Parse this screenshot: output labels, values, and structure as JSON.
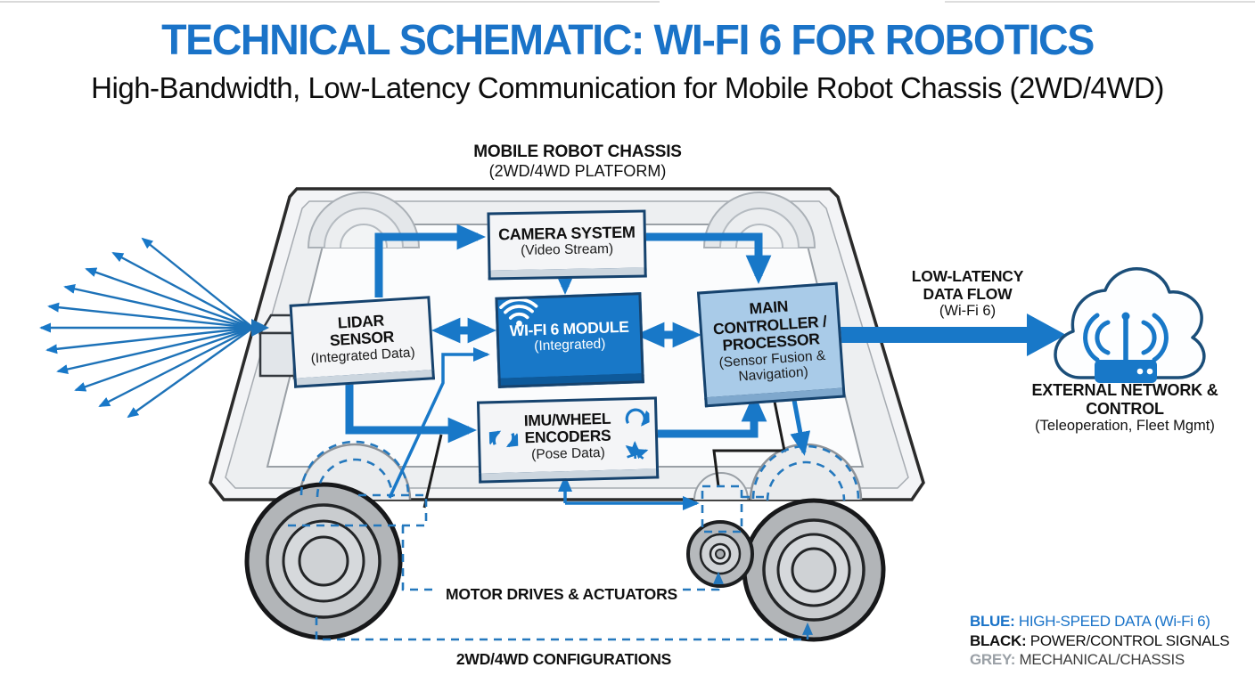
{
  "header": {
    "title": "TECHNICAL SCHEMATIC: WI-FI 6 FOR ROBOTICS",
    "subtitle": "High-Bandwidth, Low-Latency Communication for Mobile Robot Chassis (2WD/4WD)"
  },
  "chassis": {
    "label": "MOBILE ROBOT CHASSIS",
    "sublabel": "(2WD/4WD PLATFORM)"
  },
  "nodes": {
    "camera": {
      "title": "CAMERA SYSTEM",
      "subtitle": "(Video Stream)"
    },
    "lidar": {
      "title": "LIDAR SENSOR",
      "subtitle": "(Integrated Data)"
    },
    "wifi": {
      "title": "WI-FI 6 MODULE",
      "subtitle": "(Integrated)"
    },
    "controller": {
      "title": "MAIN CONTROLLER / PROCESSOR",
      "subtitle": "(Sensor Fusion & Navigation)"
    },
    "imu": {
      "title": "IMU/WHEEL ENCODERS",
      "subtitle": "(Pose Data)"
    }
  },
  "annotations": {
    "data_flow_title": "LOW-LATENCY DATA FLOW",
    "data_flow_sub": "(Wi-Fi 6)",
    "external_title": "EXTERNAL NETWORK & CONTROL",
    "external_sub": "(Teleoperation, Fleet Mgmt)",
    "motor_drives": "MOTOR DRIVES & ACTUATORS",
    "configurations": "2WD/4WD CONFIGURATIONS"
  },
  "legend": {
    "items": [
      {
        "term": "BLUE:",
        "desc": "HIGH-SPEED DATA (Wi-Fi 6)"
      },
      {
        "term": "BLACK:",
        "desc": "POWER/CONTROL SIGNALS"
      },
      {
        "term": "GREY:",
        "desc": "MECHANICAL/CHASSIS"
      }
    ]
  },
  "icons": [
    "wifi-icon",
    "cloud-icon",
    "router-antenna-icon",
    "lidar-rays-icon",
    "gyro-icon",
    "yaw-rotation-icon",
    "axes-icon"
  ],
  "colors": {
    "title_blue": "#1a73c8",
    "accent_blue": "#1878c8",
    "dashed_blue": "#2478bd",
    "box_border": "#16436e",
    "wifi_fill": "#1878c8",
    "controller_fill": "#a9cbe8",
    "line_black": "#1c1c1c",
    "legend_grey": "#9aa0a6",
    "chassis_line": "#2b2b2b"
  }
}
